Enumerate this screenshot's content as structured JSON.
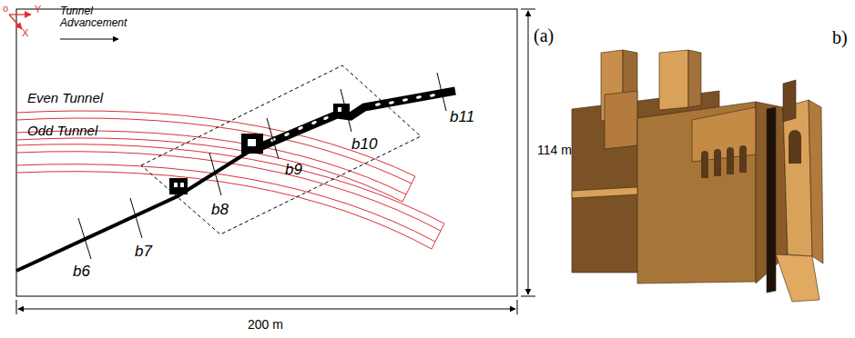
{
  "diagram": {
    "labels": [
      "o",
      "Y",
      "X",
      "Tunnel Advancement",
      "Even Tunnel",
      "Odd Tunnel",
      "b6",
      "b7",
      "b8",
      "b9",
      "b10",
      "b11",
      "(a)",
      "114 m",
      "200 m",
      "b)"
    ]
  }
}
